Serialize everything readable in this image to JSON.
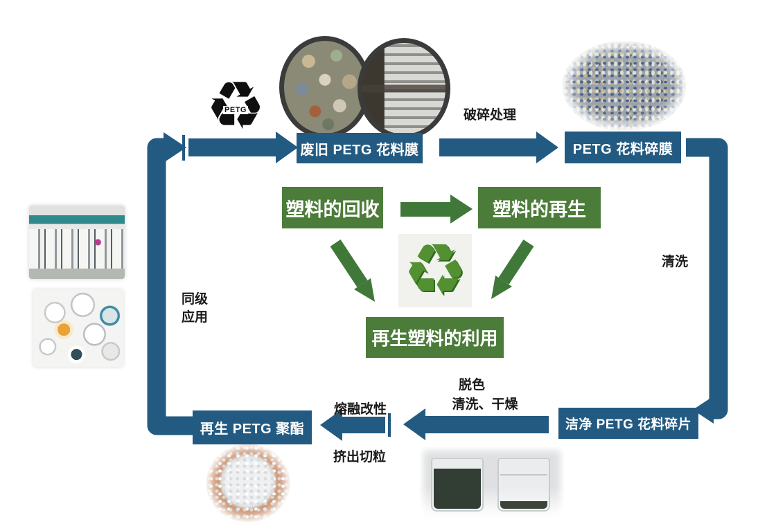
{
  "palette": {
    "flow_blue": "#235a82",
    "node_green": "#4c7c39",
    "arrow_green": "#40783a",
    "recycle_symbol_green": "#539032",
    "petg_symbol_black": "#0f0f0f",
    "label_text": "#1a1a1a"
  },
  "icons": {
    "recycle_glyph": "♻",
    "petg_symbol_label": "PETG"
  },
  "nodes": {
    "waste_film": "废旧 PETG 花料膜",
    "crushed_film": "PETG 花料碎膜",
    "clean_flakes": "洁净 PETG 花料碎片",
    "recycled_polyester": "再生 PETG 聚酯",
    "plastic_collection": "塑料的回收",
    "plastic_regeneration": "塑料的再生",
    "recycled_plastic_use": "再生塑料的利用"
  },
  "process_labels": {
    "crushing": "破碎处理",
    "washing": "清洗",
    "decoloring": "脱色",
    "wash_dry": "清洗、干燥",
    "melt_modification": "熔融改性",
    "extrusion_pelletizing": "挤出切粒",
    "same_grade_line1": "同级",
    "same_grade_line2": "应用"
  }
}
